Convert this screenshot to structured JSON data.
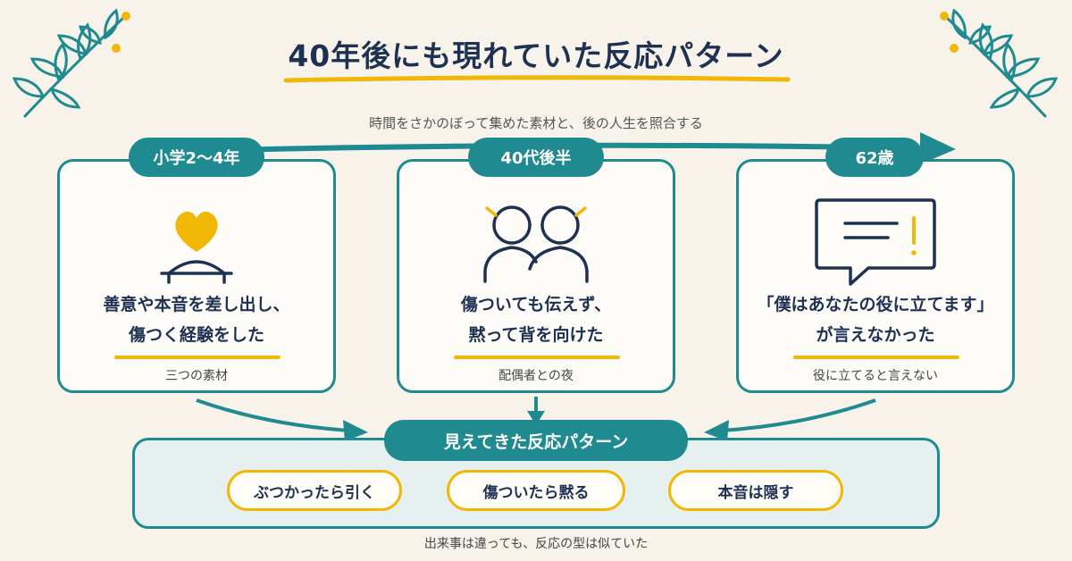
{
  "title": "40年後にも現れていた反応パターン",
  "subtitle": "時間をさかのぼって集めた素材と、後の人生を照合する",
  "stages": [
    {
      "label": "小学2〜4年",
      "icon": "heart-icon",
      "line1": "善意や本音を差し出し、",
      "line2": "傷つく経験をした",
      "caption": "三つの素材"
    },
    {
      "label": "40代後半",
      "icon": "two-people-icon",
      "line1": "傷ついても伝えず、",
      "line2": "黙って背を向けた",
      "caption": "配偶者との夜"
    },
    {
      "label": "62歳",
      "icon": "speech-bubble-icon",
      "line1": "「僕はあなたの役に立てます」",
      "line2": "が言えなかった",
      "caption": "役に立てると言えない"
    }
  ],
  "pattern": {
    "title": "見えてきた反応パターン",
    "items": [
      "ぶつかったら引く",
      "傷ついたら黙る",
      "本音は隠す"
    ]
  },
  "footer": "出来事は違っても、反応の型は似ていた",
  "colors": {
    "teal": "#1f8a8f",
    "navy": "#1e3152",
    "yellow": "#f2b705",
    "background": "#f7f3ea",
    "panel": "#e6f1ef"
  }
}
